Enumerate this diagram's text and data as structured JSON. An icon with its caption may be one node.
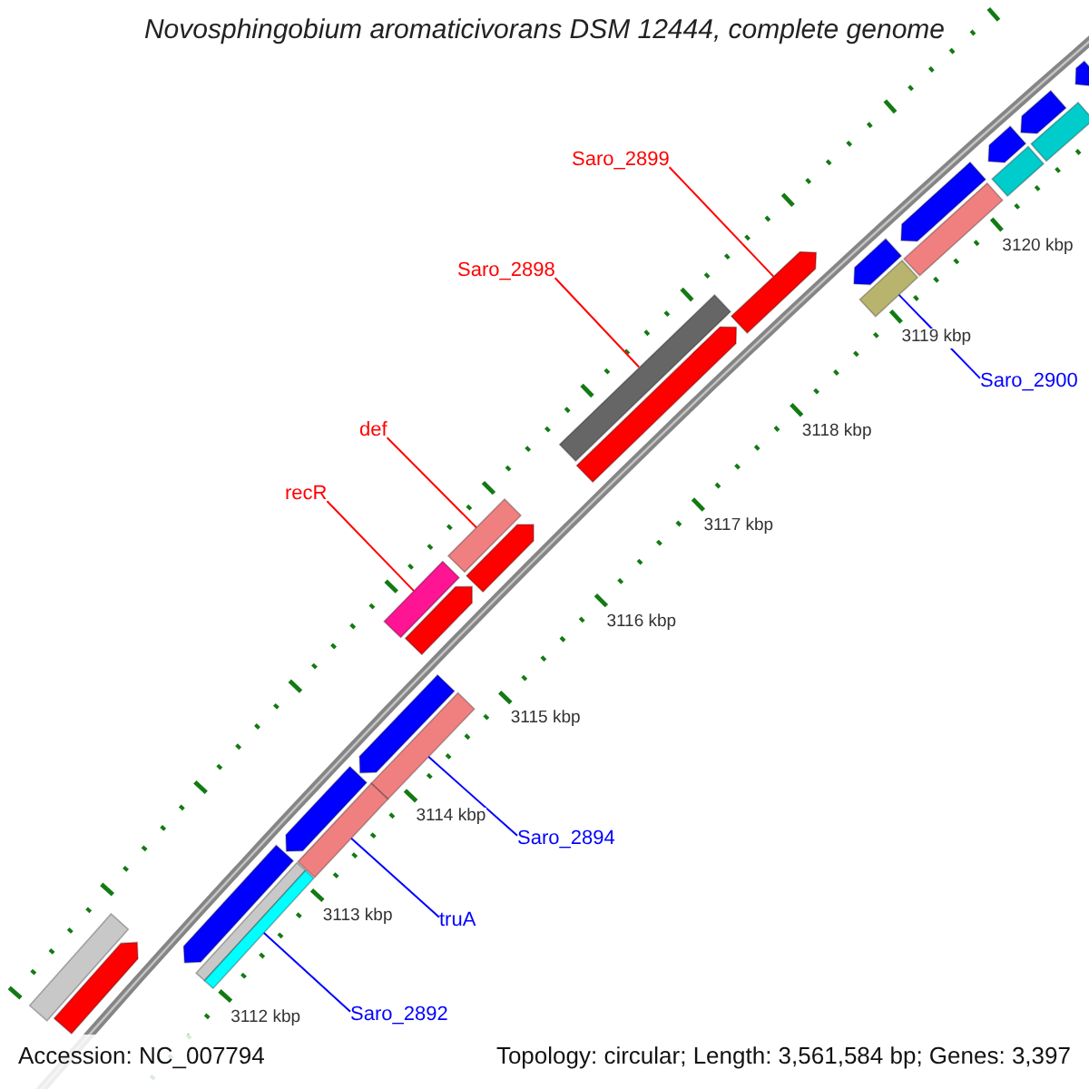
{
  "diagram": {
    "title": "Novosphingobium aromaticivorans DSM 12444, complete genome",
    "nodes": [
      {
        "text": [
          "Saro_2899"
        ]
      },
      {
        "text": [
          "Saro_2898"
        ]
      },
      {
        "text": [
          "Saro_2900"
        ]
      },
      {
        "text": [
          "def"
        ]
      },
      {
        "text": [
          "recR"
        ]
      },
      {
        "text": [
          "Saro_2894"
        ]
      },
      {
        "text": [
          "truA"
        ]
      },
      {
        "text": [
          "Saro_2892"
        ]
      },
      {
        "text": [],
        "shape": "bar"
      },
      {
        "text": [],
        "shape": "bar"
      },
      {
        "text": [],
        "shape": "bar"
      },
      {
        "text": [],
        "shape": "bar"
      },
      {
        "text": [],
        "shape": "bar"
      },
      {
        "text": [],
        "shape": "bar"
      },
      {
        "text": [],
        "shape": "bar"
      },
      {
        "text": [],
        "shape": "bar"
      },
      {
        "text": [],
        "shape": "bar"
      },
      {
        "text": [],
        "shape": "bar"
      },
      {
        "text": [],
        "shape": "bar"
      },
      {
        "text": [],
        "shape": "bar"
      },
      {
        "text": [],
        "shape": "bar"
      },
      {
        "text": [],
        "shape": "bar"
      },
      {
        "text": [],
        "shape": "bar"
      },
      {
        "text": [],
        "shape": "bar"
      },
      {
        "text": [],
        "shape": "bar"
      },
      {
        "text": [],
        "shape": "bar"
      },
      {
        "text": [],
        "shape": "bar"
      },
      {
        "text": [],
        "shape": "bar"
      },
      {
        "text": [],
        "shape": "bar"
      },
      {
        "text": [],
        "shape": "bar"
      },
      {
        "text": [],
        "shape": "bar"
      },
      {
        "text": [],
        "shape": "bar"
      },
      {
        "text": [],
        "shape": "bar"
      }
    ],
    "edges": [
      {
        "from": 0,
        "to": 17,
        "arrow": "none",
        "color": "#ff0000"
      },
      {
        "from": 1,
        "to": 18,
        "arrow": "none",
        "color": "#ff0000"
      },
      {
        "from": 2,
        "to": 16,
        "arrow": "none",
        "color": "#0000ff"
      },
      {
        "from": 3,
        "to": 20,
        "arrow": "none",
        "color": "#ff0000"
      },
      {
        "from": 4,
        "to": 22,
        "arrow": "none",
        "color": "#ff0000"
      },
      {
        "from": 5,
        "to": 25,
        "arrow": "none",
        "color": "#0000ff"
      },
      {
        "from": 6,
        "to": 27,
        "arrow": "none",
        "color": "#0000ff"
      },
      {
        "from": 7,
        "to": 30,
        "arrow": "none",
        "color": "#0000ff"
      }
    ],
    "labels": [
      "3120 kbp",
      "3119 kbp",
      "3118 kbp",
      "3117 kbp",
      "3116 kbp",
      "3115 kbp",
      "3114 kbp",
      "3113 kbp",
      "3112 kbp",
      "Accession: NC_007794",
      "Topology: circular; Length: 3,561,584 bp; Genes: 3,397"
    ]
  }
}
